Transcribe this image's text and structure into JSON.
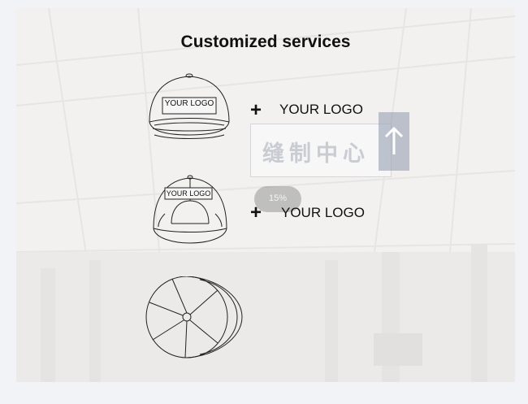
{
  "title": "Customized services",
  "background": {
    "sign_text": "缝制中心",
    "overlay_badge": "15%"
  },
  "rows": [
    {
      "cap": "front-view-cap",
      "cap_logo_text": "YOUR LOGO",
      "plus": "+",
      "label": "YOUR LOGO"
    },
    {
      "cap": "front-panel-cap",
      "cap_logo_text": "YOUR LOGO",
      "plus": "+",
      "label": "YOUR LOGO"
    },
    {
      "cap": "top-view-cap"
    }
  ],
  "colors": {
    "background": "#f2f3f6",
    "text": "#111111",
    "line_art": "#222222"
  }
}
